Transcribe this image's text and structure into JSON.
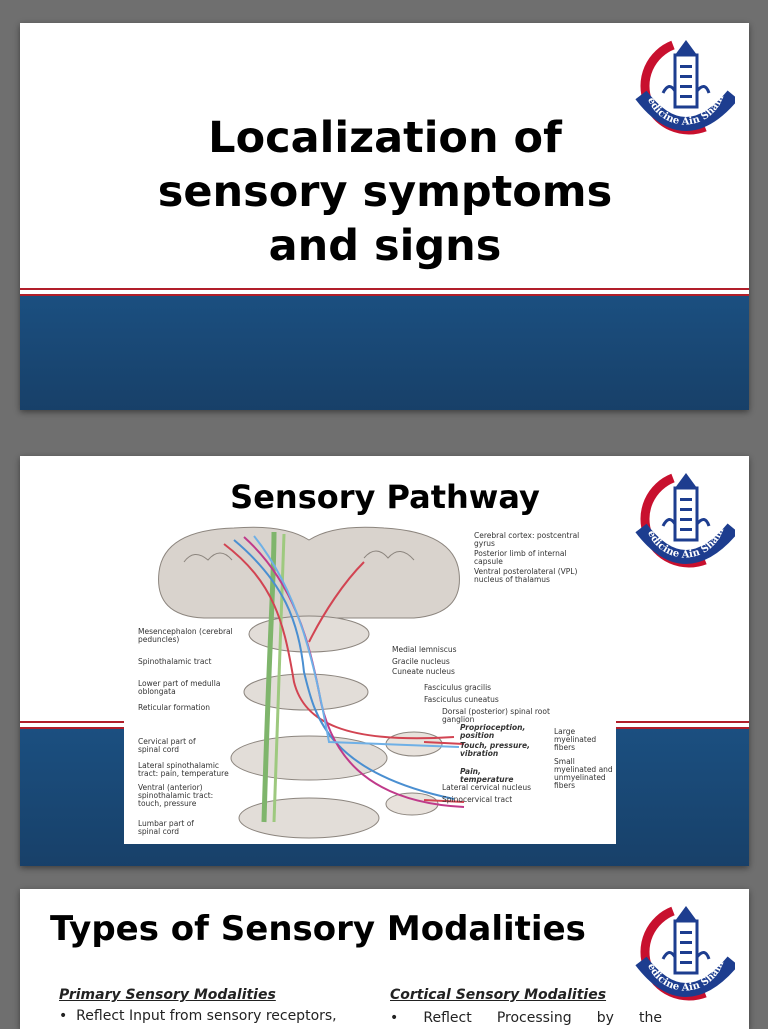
{
  "slide1": {
    "title_line1": "Localization of",
    "title_line2": "sensory symptoms",
    "title_line3": "and signs"
  },
  "slide2": {
    "title": "Sensory Pathway",
    "labels": [
      "Cerebral cortex: postcentral gyrus",
      "Posterior limb of internal capsule",
      "Ventral posterolateral (VPL) nucleus of thalamus",
      "Mesencephalon (cerebral peduncles)",
      "Medial lemniscus",
      "Gracile nucleus",
      "Spinothalamic tract",
      "Cuneate nucleus",
      "Lower part of medulla oblongata",
      "Fasciculus gracilis",
      "Fasciculus cuneatus",
      "Reticular formation",
      "Dorsal (posterior) spinal root ganglion",
      "Cervical part of spinal cord",
      "Proprioception, position",
      "Touch, pressure, vibration",
      "Large myelinated fibers",
      "Lateral spinothalamic tract: pain, temperature",
      "Pain, temperature",
      "Small myelinated and unmyelinated fibers",
      "Ventral (anterior) spinothalamic tract: touch, pressure",
      "Lateral cervical nucleus",
      "Spinocervical tract",
      "Lumbar part of spinal cord"
    ]
  },
  "slide3": {
    "title": "Types of Sensory Modalities",
    "col1_heading": "Primary Sensory Modalities",
    "col1_bullet": "Reflect Input from sensory receptors,",
    "col2_heading": "Cortical Sensory Modalities",
    "col2_bullet_word1": "Reflect",
    "col2_bullet_word2": "Processing",
    "col2_bullet_word3": "by",
    "col2_bullet_word4": "the"
  },
  "logo": {
    "text": "Faculty of Medicine Ain Shams University"
  },
  "colors": {
    "band": "#1b4f80",
    "accent_red": "#b11e2a",
    "logo_blue": "#1d3d8f"
  }
}
